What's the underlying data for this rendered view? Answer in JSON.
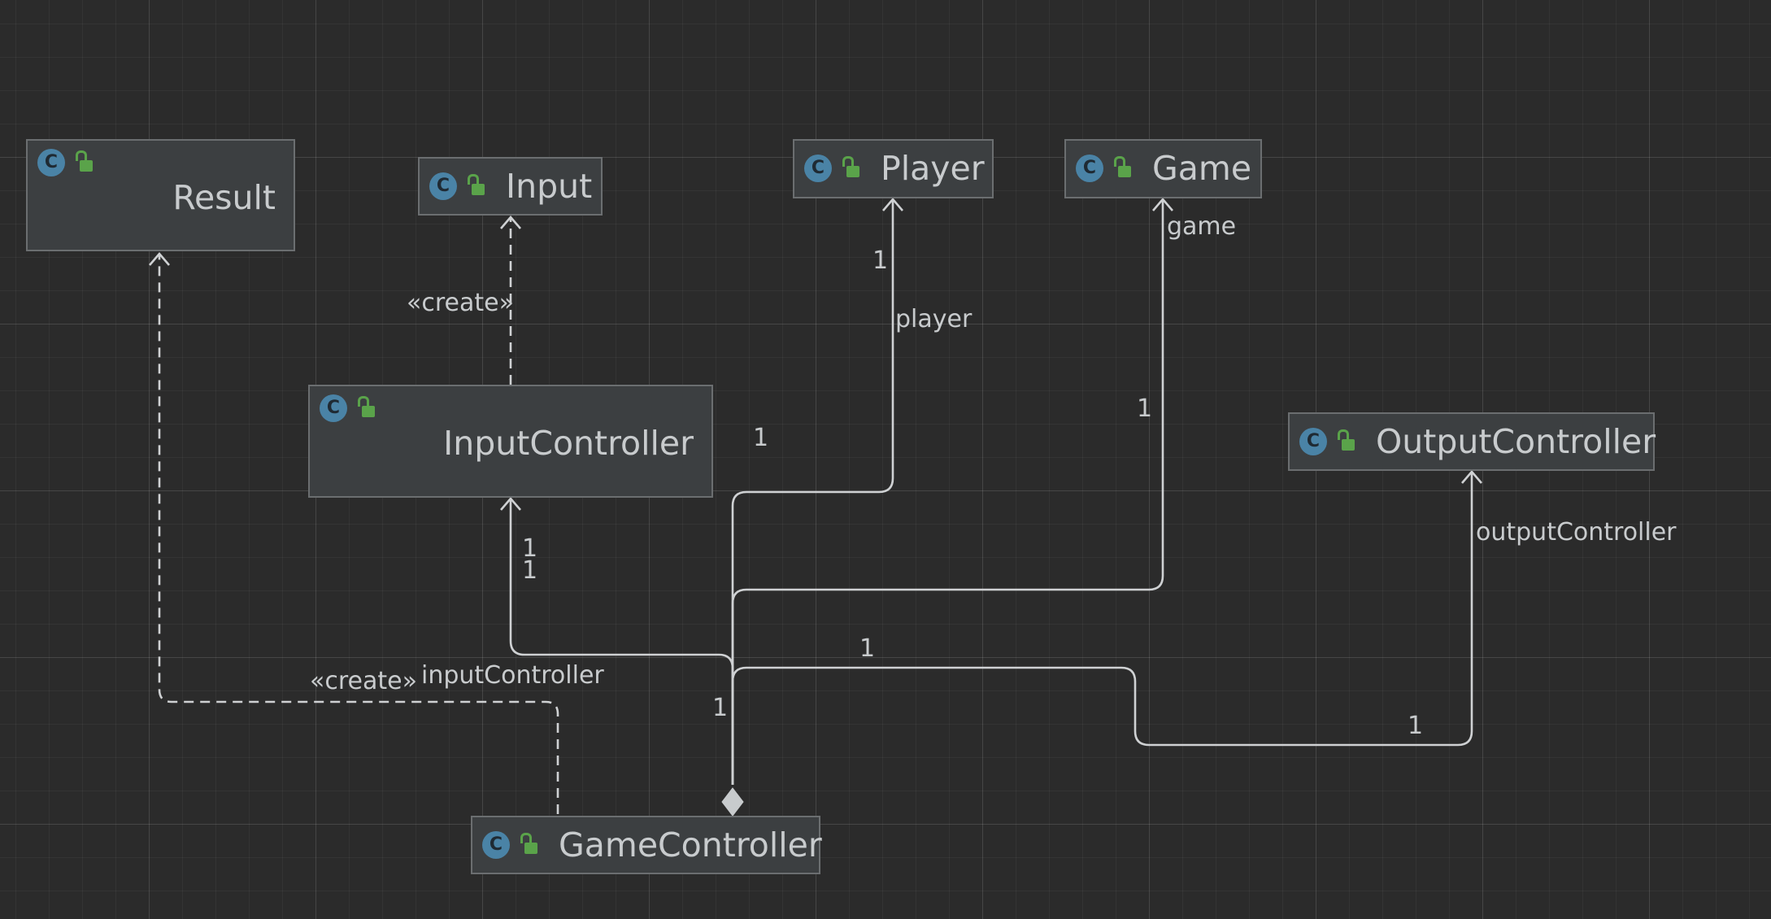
{
  "classes": {
    "result": "Result",
    "input": "Input",
    "player": "Player",
    "game": "Game",
    "input_controller": "InputController",
    "output_controller": "OutputController",
    "game_controller": "GameController"
  },
  "class_icon_letter": "C",
  "icons": {
    "class": "class-c-icon",
    "visibility": "open-lock-icon"
  },
  "edge_labels": {
    "create_input": "«create»",
    "create_result": "«create»",
    "player_role": "player",
    "player_mult": "1",
    "game_role": "game",
    "game_mult": "1",
    "input_controller_role": "inputController",
    "input_controller_mult_a": "1",
    "input_controller_mult_b": "1",
    "output_controller_role": "outputController",
    "output_controller_mult_a": "1",
    "output_controller_mult_b": "1",
    "source_mult_upper": "1",
    "source_mult_lower": "1"
  },
  "colors": {
    "background": "#2b2b2b",
    "node_fill": "#3c3f41",
    "node_border": "#6b6e70",
    "class_icon": "#4a83a6",
    "lock_icon": "#5aa34a",
    "edge": "#cfd1d3"
  }
}
